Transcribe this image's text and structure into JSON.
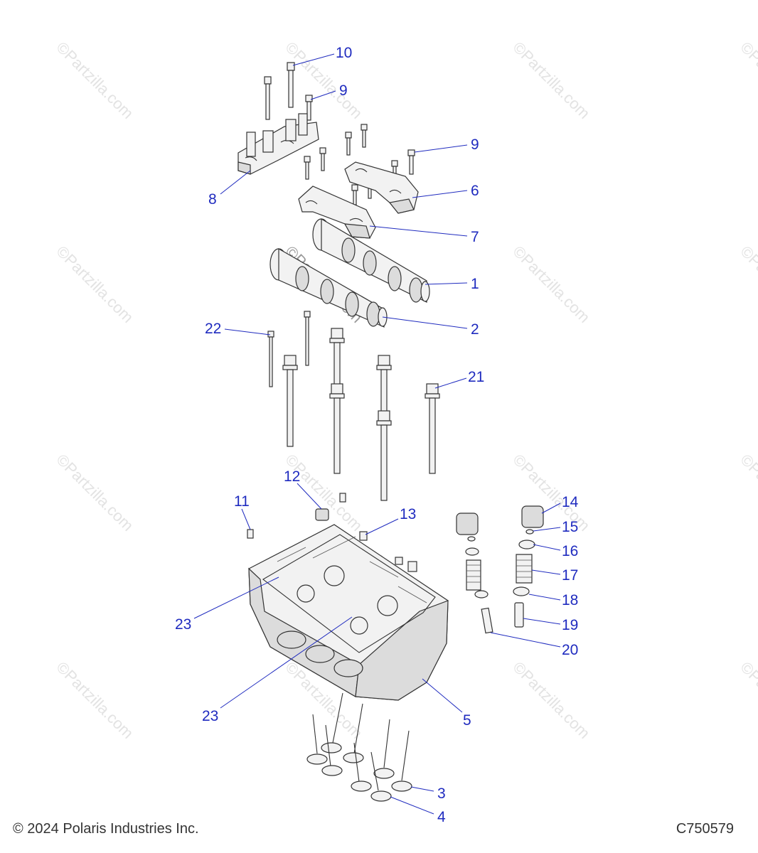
{
  "footer": {
    "copyright": "© 2024 Polaris Industries Inc.",
    "drawing_id": "C750579"
  },
  "watermark": {
    "text": "©Partzilla.com"
  },
  "callouts": [
    {
      "id": "10",
      "label": "10"
    },
    {
      "id": "9a",
      "label": "9"
    },
    {
      "id": "9b",
      "label": "9"
    },
    {
      "id": "6",
      "label": "6"
    },
    {
      "id": "8",
      "label": "8"
    },
    {
      "id": "7",
      "label": "7"
    },
    {
      "id": "1",
      "label": "1"
    },
    {
      "id": "2",
      "label": "2"
    },
    {
      "id": "22",
      "label": "22"
    },
    {
      "id": "21",
      "label": "21"
    },
    {
      "id": "12",
      "label": "12"
    },
    {
      "id": "11",
      "label": "11"
    },
    {
      "id": "13",
      "label": "13"
    },
    {
      "id": "14",
      "label": "14"
    },
    {
      "id": "15",
      "label": "15"
    },
    {
      "id": "16",
      "label": "16"
    },
    {
      "id": "17",
      "label": "17"
    },
    {
      "id": "18",
      "label": "18"
    },
    {
      "id": "19",
      "label": "19"
    },
    {
      "id": "20",
      "label": "20"
    },
    {
      "id": "23a",
      "label": "23"
    },
    {
      "id": "23b",
      "label": "23"
    },
    {
      "id": "5",
      "label": "5"
    },
    {
      "id": "3",
      "label": "3"
    },
    {
      "id": "4",
      "label": "4"
    }
  ],
  "colors": {
    "callout": "#1f2bbf",
    "watermark": "#e3e3e3",
    "line_art": "#333333"
  }
}
